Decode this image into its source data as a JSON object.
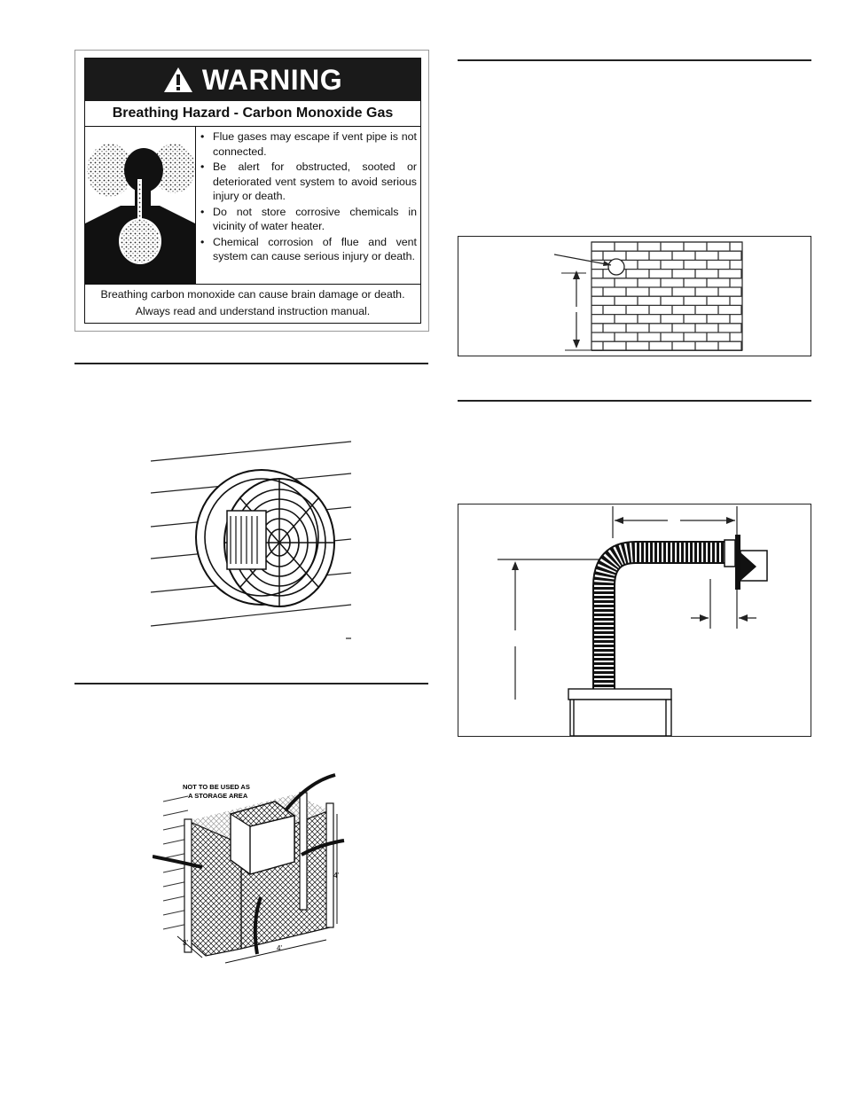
{
  "warning_label": {
    "header": "WARNING",
    "subtitle": "Breathing Hazard - Carbon Monoxide Gas",
    "bullets": [
      "Flue gases may escape if vent pipe is not connected.",
      "Be alert for obstructed, sooted or deteriorated vent system to avoid serious injury or death.",
      "Do not store corrosive chemicals in vicinity of water heater.",
      "Chemical corrosion of flue and vent system can cause serious injury or death."
    ],
    "footer_line1": "Breathing carbon monoxide can cause brain damage or death.",
    "footer_line2": "Always read and understand instruction manual."
  },
  "enclosure_figure": {
    "label": "NOT TO BE USED AS A STORAGE AREA",
    "height_dim": "4'",
    "width_dim": "4'",
    "depth_dim": "3'"
  },
  "icons": {
    "warning": "warning-triangle-icon"
  }
}
